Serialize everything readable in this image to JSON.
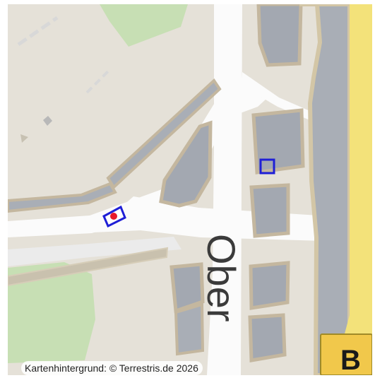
{
  "map": {
    "attribution": "Kartenhintergrund: © Terrestris.de 2026",
    "street_label": "Ober",
    "partial_label": "B",
    "markers": [
      {
        "name": "selected-parcel-marker",
        "has_point": true
      },
      {
        "name": "parcel-marker"
      }
    ]
  },
  "colors": {
    "background": "#e5e1d8",
    "road": "#fbfbfb",
    "green_area": "#c7dfb4",
    "building": "#a3a8b1",
    "building_outline": "#c4b79f",
    "main_road": "#f3e27a",
    "marker_outline": "#1f1fd6",
    "marker_point": "#e8192b",
    "label_bg": "#f1c84b"
  }
}
